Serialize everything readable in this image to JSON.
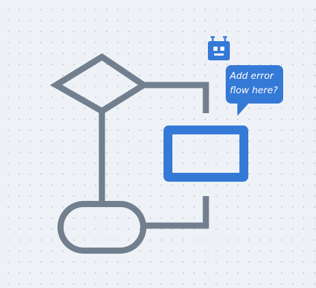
{
  "canvas": {
    "background": "#eef2f7",
    "dot_color": "#c8d0dc"
  },
  "flowchart": {
    "shapes": [
      {
        "kind": "decision",
        "name": "decision-diamond",
        "color": "#717f8e"
      },
      {
        "kind": "process",
        "name": "process-rectangle",
        "color": "#3579d6",
        "highlighted": true
      },
      {
        "kind": "terminator",
        "name": "terminator-pill",
        "color": "#717f8e"
      }
    ],
    "connectors": [
      {
        "from": "decision-diamond",
        "to": "process-rectangle"
      },
      {
        "from": "decision-diamond",
        "to": "terminator-pill"
      },
      {
        "from": "process-rectangle",
        "to": "terminator-pill"
      }
    ]
  },
  "assistant": {
    "icon": "robot-icon",
    "accent": "#3579d6",
    "comment_line1": "Add error",
    "comment_line2": "flow here?"
  }
}
